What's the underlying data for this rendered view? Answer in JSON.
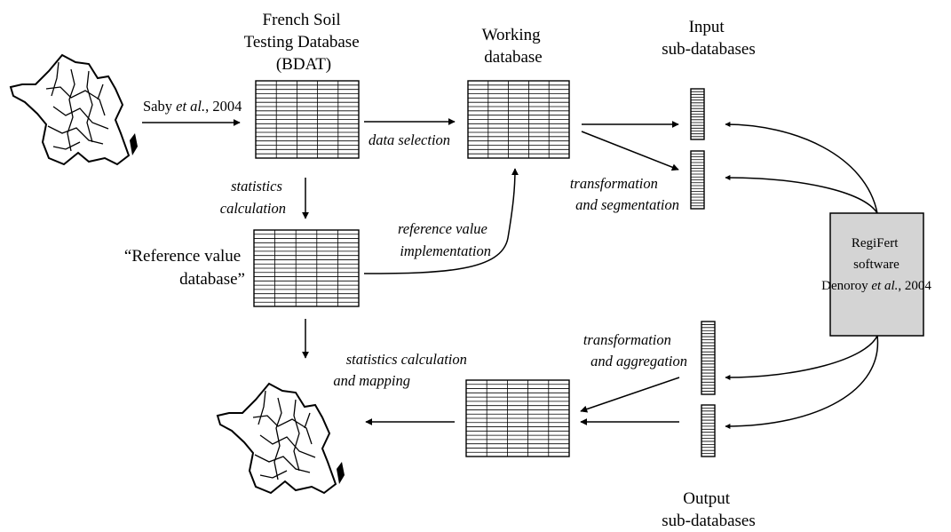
{
  "labels": {
    "bdat_line1": "French Soil",
    "bdat_line2": "Testing Database",
    "bdat_line3": "(BDAT)",
    "working_line1": "Working",
    "working_line2": "database",
    "input_line1": "Input",
    "input_line2": "sub-databases",
    "output_line1": "Output",
    "output_line2": "sub-databases",
    "saby_prefix": "Saby ",
    "saby_etal": "et al.",
    "saby_suffix": ", 2004",
    "data_selection": "data selection",
    "statistics_line1": "statistics",
    "statistics_line2": "calculation",
    "reference_line1": "“Reference value",
    "reference_line2": "database”",
    "refimpl_line1": "reference value",
    "refimpl_line2": "implementation",
    "transseg_line1": "transformation",
    "transseg_line2": "and segmentation",
    "transagg_line1": "transformation",
    "transagg_line2": "and aggregation",
    "statsmap_line1": "statistics calculation",
    "statsmap_line2": "and mapping",
    "regifert_line1": "RegiFert",
    "regifert_line2": "software",
    "regifert_prefix": "Denoroy ",
    "regifert_etal": "et al.",
    "regifert_suffix": ", 2004"
  },
  "colors": {
    "software_box_fill": "#d4d4d4",
    "line": "#000000",
    "background": "#ffffff"
  }
}
